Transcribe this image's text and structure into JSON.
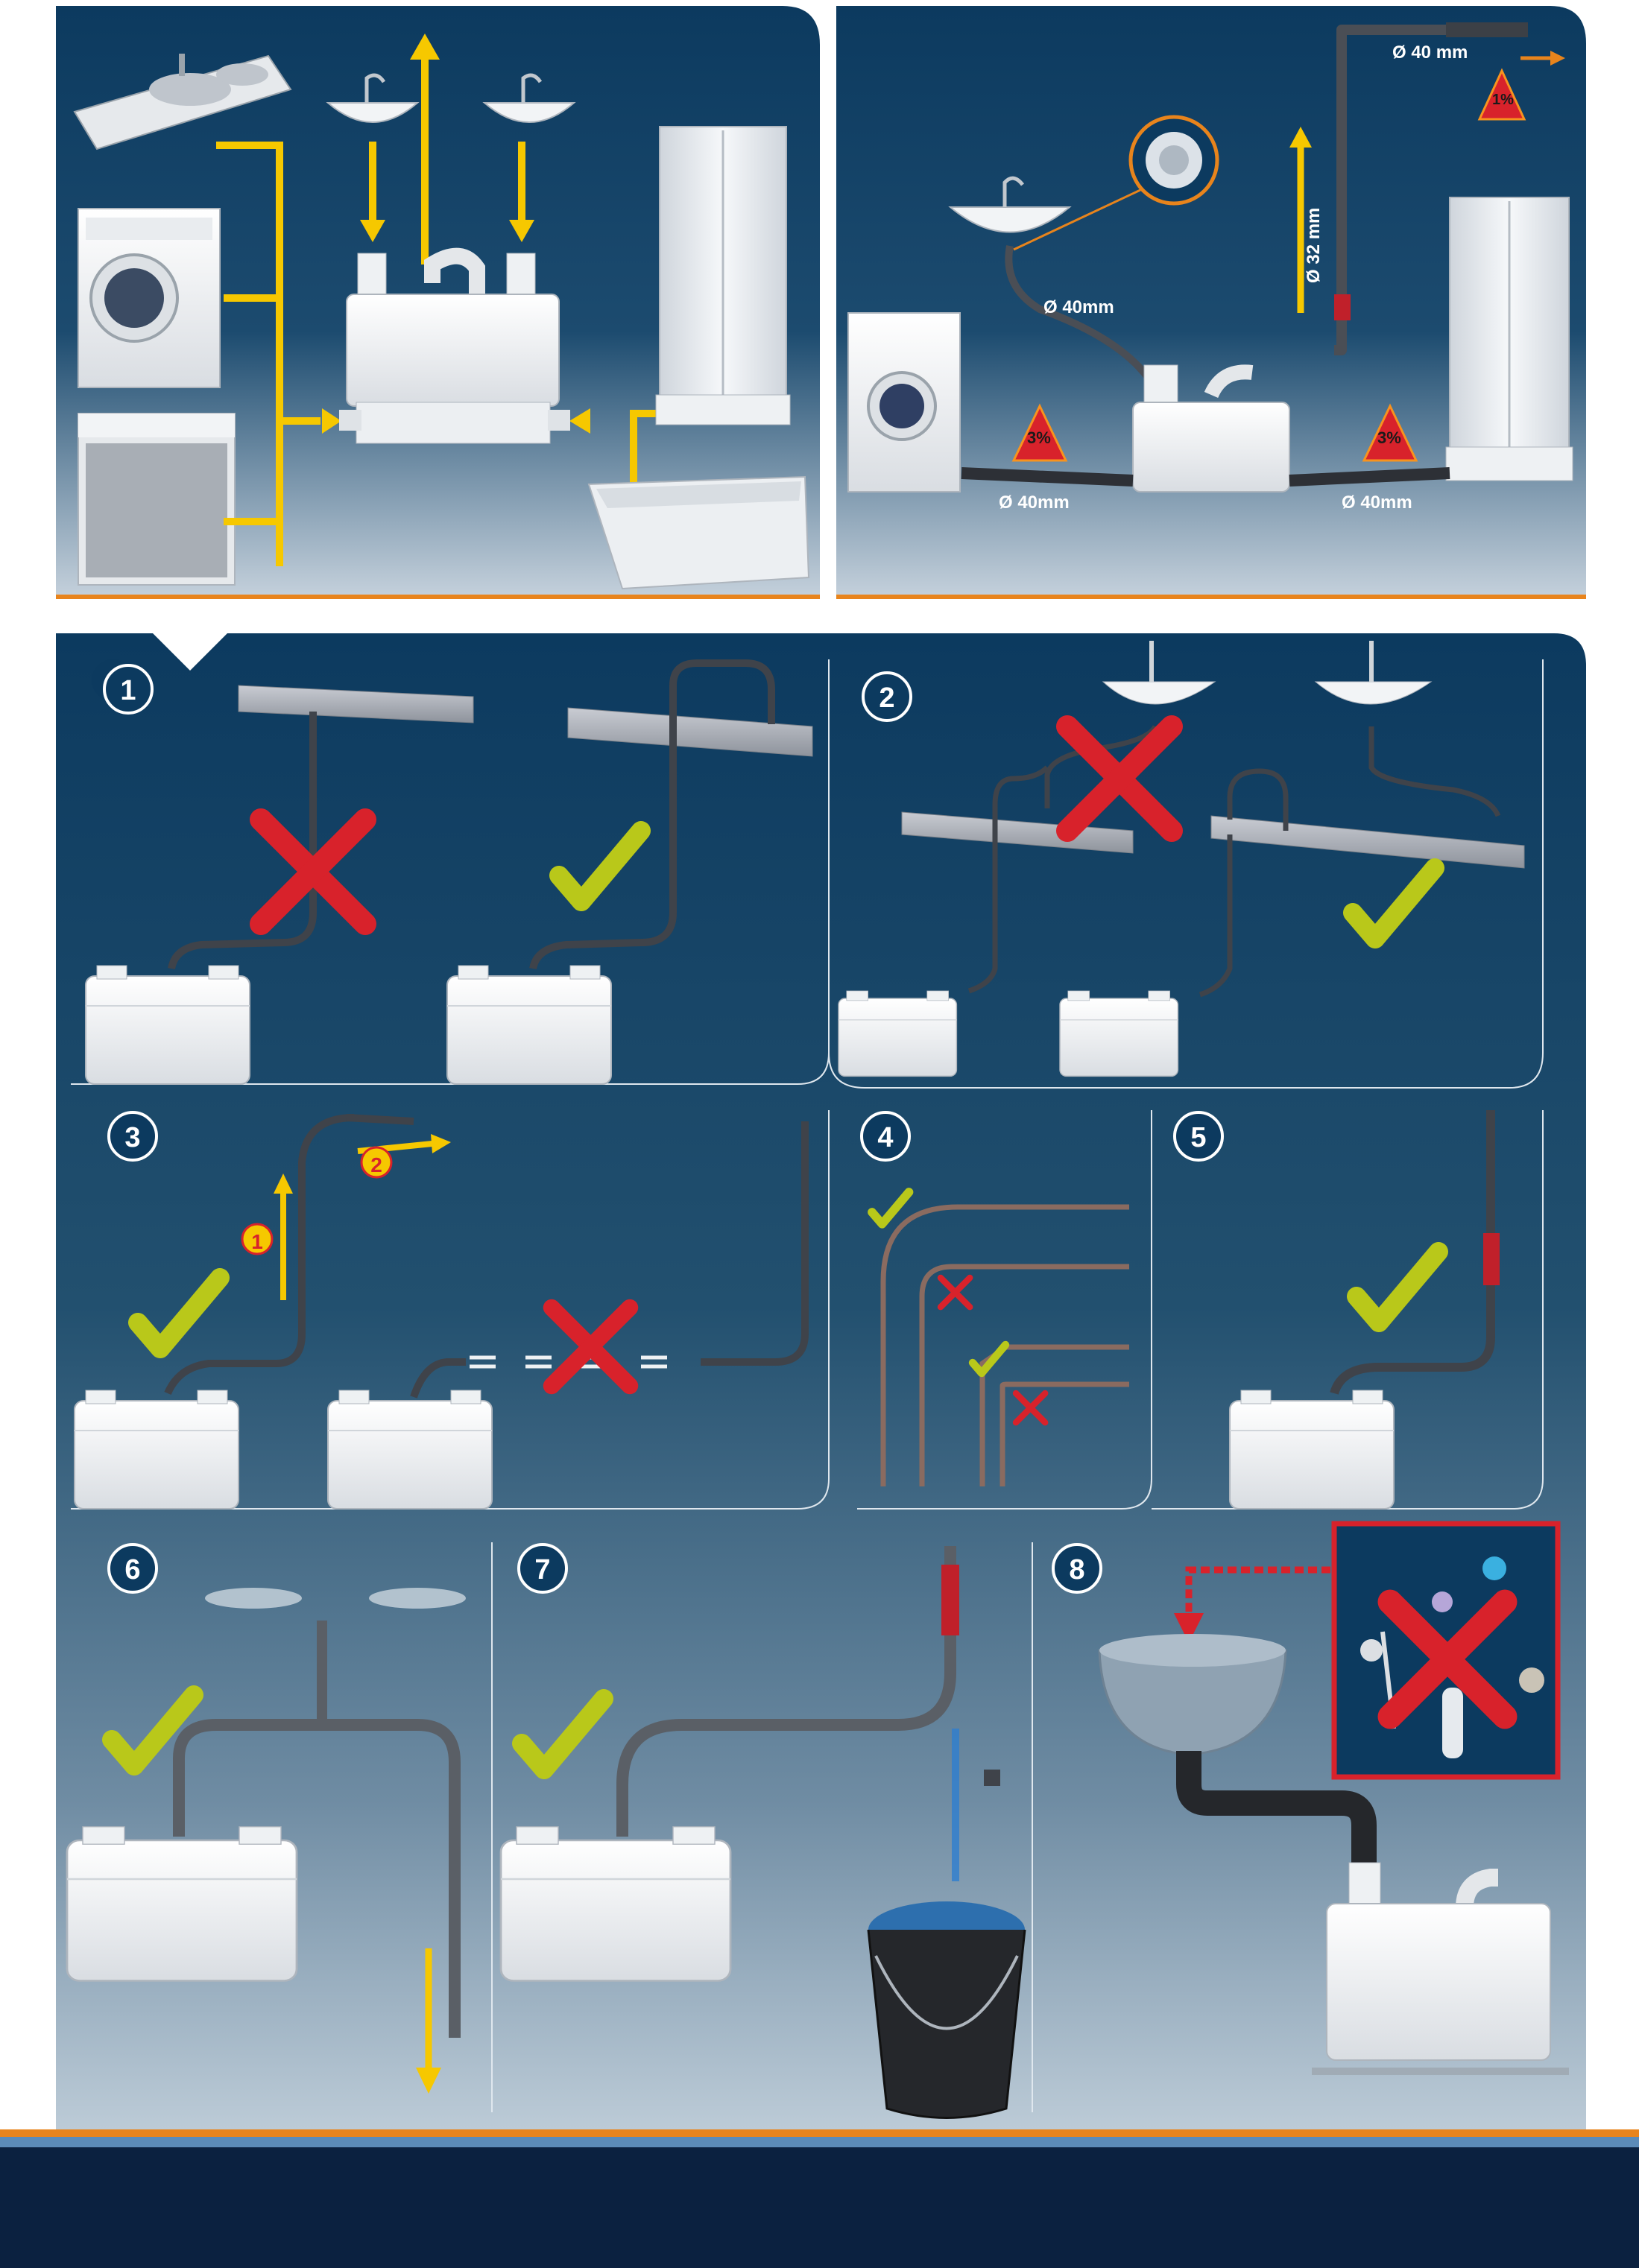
{
  "overview_right": {
    "outlet_label": "Ø 40 mm",
    "riser_label": "Ø 32 mm",
    "basin_label": "Ø 40mm",
    "left_inlet_label": "Ø 40mm",
    "right_inlet_label": "Ø 40mm",
    "outlet_slope": "1%",
    "left_slope": "3%",
    "right_slope": "3%"
  },
  "steps": [
    "1",
    "2",
    "3",
    "4",
    "5",
    "6",
    "7",
    "8"
  ],
  "step3_markers": [
    "1",
    "2"
  ],
  "colors": {
    "panel": "#0d3b60",
    "accent_orange": "#e8841c",
    "arrow_yellow": "#f6c800",
    "check_green": "#b9c81a",
    "cross_red": "#d8222b",
    "footer": "#0b2140"
  }
}
